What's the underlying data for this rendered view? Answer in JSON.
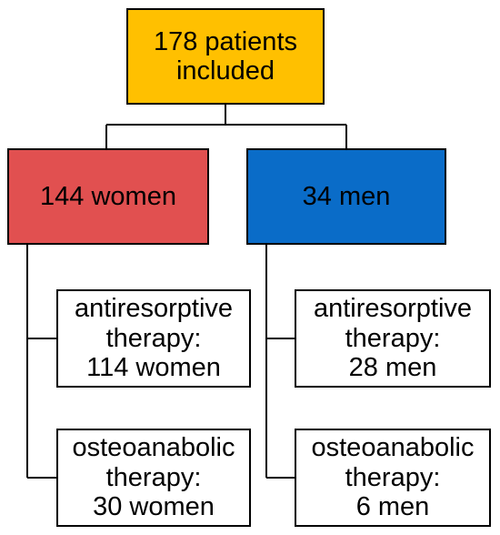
{
  "colors": {
    "root_fill": "#ffc000",
    "women_fill": "#e15050",
    "men_fill": "#0a6cc8",
    "leaf_fill": "#ffffff",
    "line": "#000000"
  },
  "root": {
    "lines": [
      "178 patients",
      "included"
    ]
  },
  "women": {
    "label": "144 women",
    "antiresorptive": {
      "lines": [
        "antiresorptive",
        "therapy:",
        "114 women"
      ]
    },
    "osteoanabolic": {
      "lines": [
        "osteoanabolic",
        "therapy:",
        "30 women"
      ]
    }
  },
  "men": {
    "label": "34 men",
    "antiresorptive": {
      "lines": [
        "antiresorptive",
        "therapy:",
        "28 men"
      ]
    },
    "osteoanabolic": {
      "lines": [
        "osteoanabolic",
        "therapy:",
        "6 men"
      ]
    }
  }
}
